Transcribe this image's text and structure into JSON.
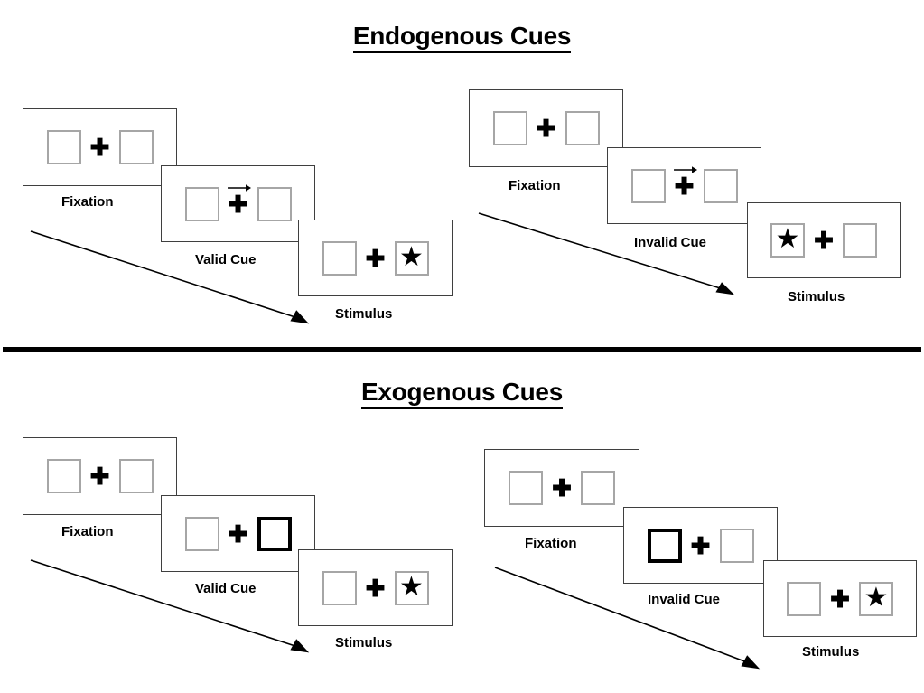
{
  "figure": {
    "title_endogenous": "Endogenous Cues",
    "title_exogenous": "Exogenous Cues",
    "labels": {
      "fixation": "Fixation",
      "valid_cue": "Valid Cue",
      "invalid_cue": "Invalid Cue",
      "stimulus": "Stimulus"
    },
    "icons": {
      "plus": "✚",
      "star": "★",
      "arrow_right": "arrow-right-icon",
      "flow_arrow": "diagonal-flow-arrow-icon"
    },
    "colors": {
      "ink": "#000000",
      "panel_border": "#3f3f3f",
      "box_border": "#a6a6a6",
      "cued_box_border": "#000000",
      "background": "#ffffff"
    }
  },
  "sections": [
    {
      "id": "endogenous",
      "title": "Endogenous Cues",
      "cue_type": "endogenous",
      "sequences": [
        {
          "id": "endogenous-valid",
          "validity": "valid",
          "frames": [
            {
              "label": "Fixation",
              "left_box": {
                "cued": false,
                "star": false
              },
              "right_box": {
                "cued": false,
                "star": false
              },
              "arrow_cue": false
            },
            {
              "label": "Valid Cue",
              "left_box": {
                "cued": false,
                "star": false
              },
              "right_box": {
                "cued": false,
                "star": false
              },
              "arrow_cue": true,
              "arrow_direction": "right"
            },
            {
              "label": "Stimulus",
              "left_box": {
                "cued": false,
                "star": false
              },
              "right_box": {
                "cued": false,
                "star": true
              },
              "arrow_cue": false
            }
          ]
        },
        {
          "id": "endogenous-invalid",
          "validity": "invalid",
          "frames": [
            {
              "label": "Fixation",
              "left_box": {
                "cued": false,
                "star": false
              },
              "right_box": {
                "cued": false,
                "star": false
              },
              "arrow_cue": false
            },
            {
              "label": "Invalid Cue",
              "left_box": {
                "cued": false,
                "star": false
              },
              "right_box": {
                "cued": false,
                "star": false
              },
              "arrow_cue": true,
              "arrow_direction": "right"
            },
            {
              "label": "Stimulus",
              "left_box": {
                "cued": false,
                "star": true
              },
              "right_box": {
                "cued": false,
                "star": false
              },
              "arrow_cue": false
            }
          ]
        }
      ]
    },
    {
      "id": "exogenous",
      "title": "Exogenous Cues",
      "cue_type": "exogenous",
      "sequences": [
        {
          "id": "exogenous-valid",
          "validity": "valid",
          "frames": [
            {
              "label": "Fixation",
              "left_box": {
                "cued": false,
                "star": false
              },
              "right_box": {
                "cued": false,
                "star": false
              },
              "arrow_cue": false
            },
            {
              "label": "Valid Cue",
              "left_box": {
                "cued": false,
                "star": false
              },
              "right_box": {
                "cued": true,
                "star": false
              },
              "arrow_cue": false
            },
            {
              "label": "Stimulus",
              "left_box": {
                "cued": false,
                "star": false
              },
              "right_box": {
                "cued": false,
                "star": true
              },
              "arrow_cue": false
            }
          ]
        },
        {
          "id": "exogenous-invalid",
          "validity": "invalid",
          "frames": [
            {
              "label": "Fixation",
              "left_box": {
                "cued": false,
                "star": false
              },
              "right_box": {
                "cued": false,
                "star": false
              },
              "arrow_cue": false
            },
            {
              "label": "Invalid Cue",
              "left_box": {
                "cued": true,
                "star": false
              },
              "right_box": {
                "cued": false,
                "star": false
              },
              "arrow_cue": false
            },
            {
              "label": "Stimulus",
              "left_box": {
                "cued": false,
                "star": false
              },
              "right_box": {
                "cued": false,
                "star": true
              },
              "arrow_cue": false
            }
          ]
        }
      ]
    }
  ]
}
